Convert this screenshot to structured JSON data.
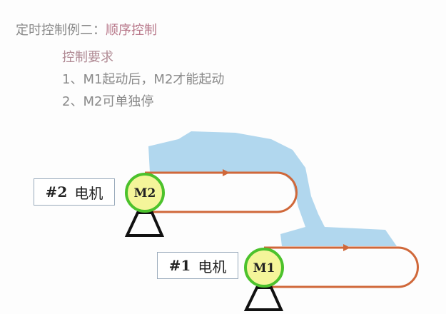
{
  "title": {
    "prefix": "定时控制例二：",
    "highlight": "顺序控制"
  },
  "requirements": {
    "heading": "控制要求",
    "items": [
      "1、M1起动后，M2才能起动",
      "2、M2可单独停"
    ]
  },
  "motors": [
    {
      "label_num": "#2",
      "label_text": "电机",
      "name": "M2"
    },
    {
      "label_num": "#1",
      "label_text": "电机",
      "name": "M1"
    }
  ],
  "colors": {
    "belt": "#d0683a",
    "motor_fill": "#f4f59a",
    "motor_ring": "#4cc22c",
    "material": "#a9d3ec"
  }
}
